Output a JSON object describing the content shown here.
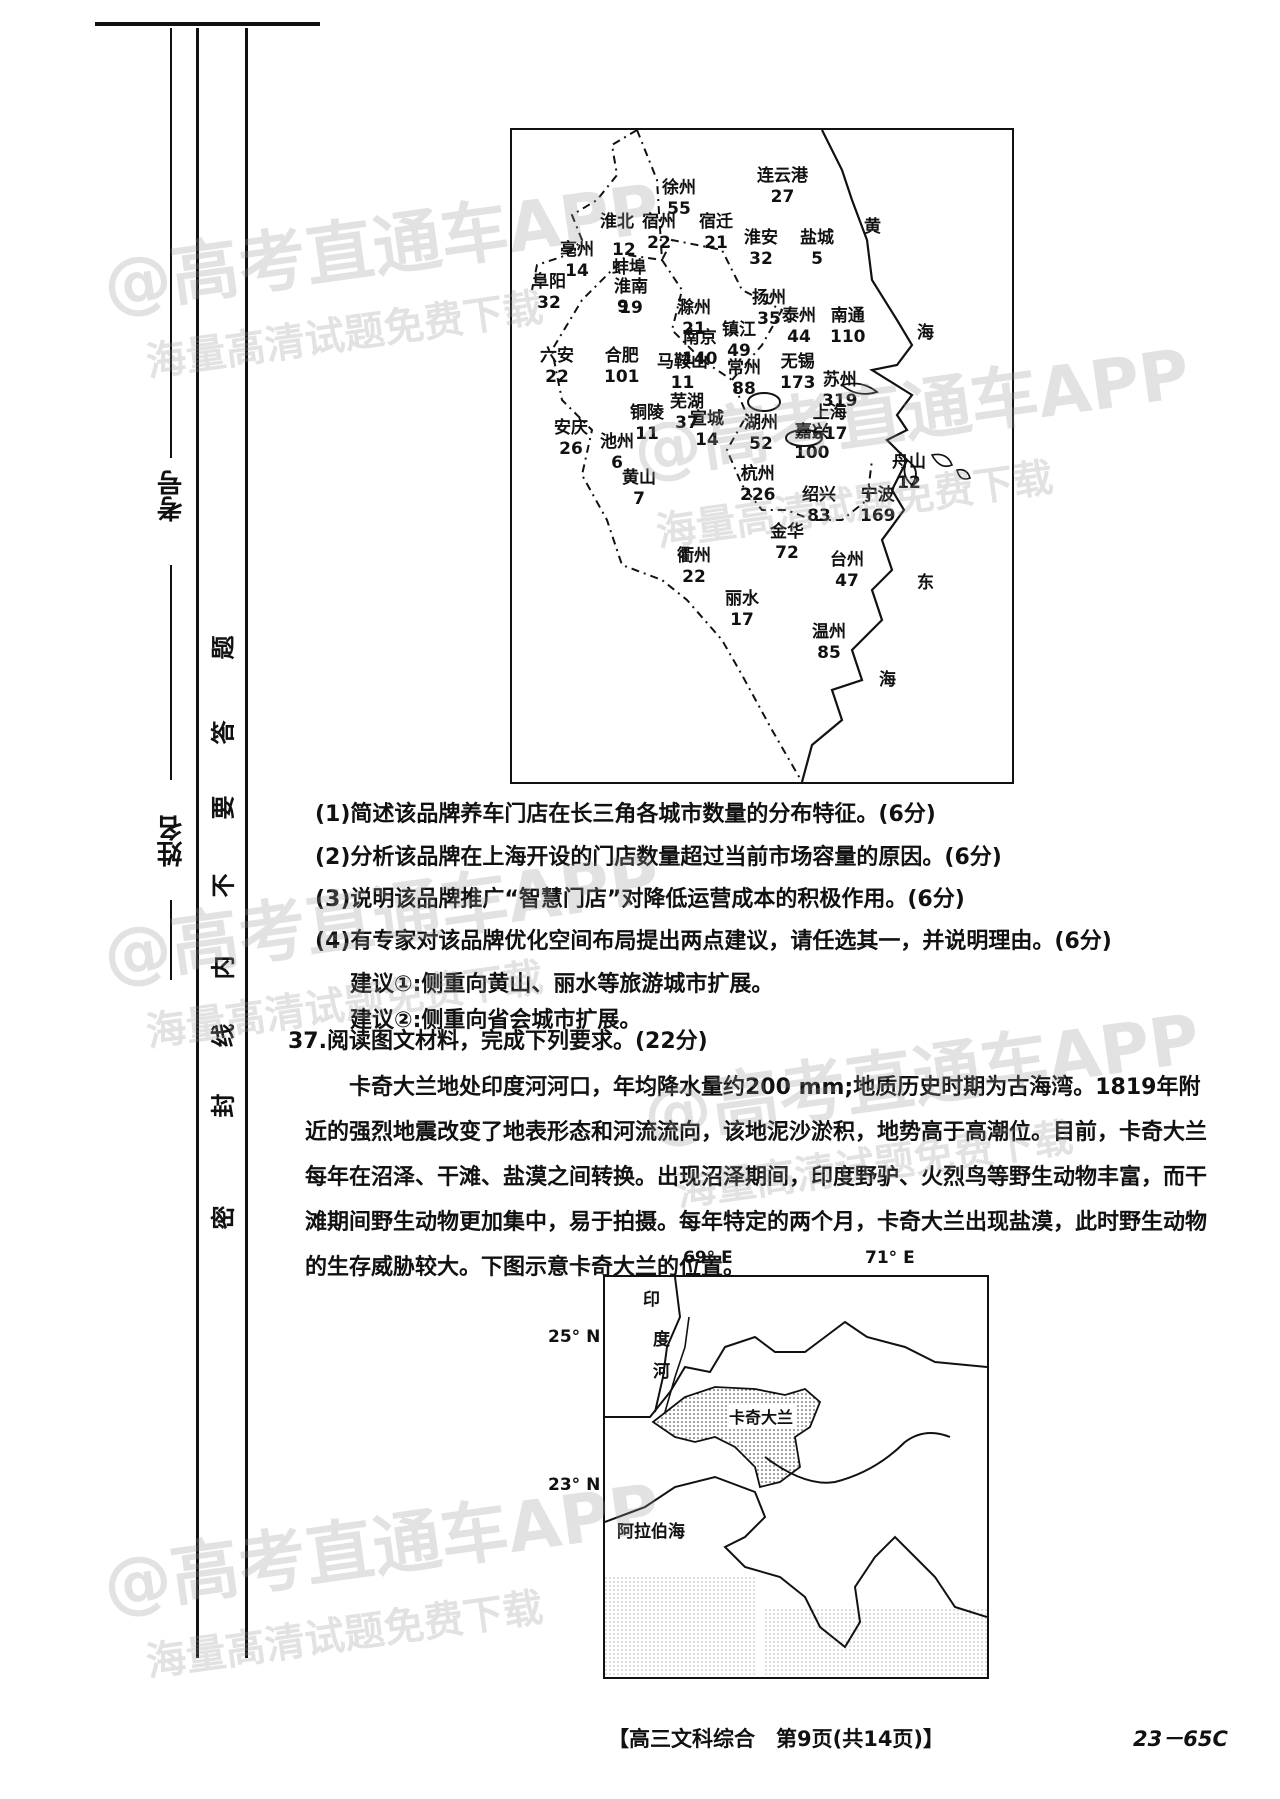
{
  "binding": {
    "exam_no_label": "考号",
    "name_label": "姓名",
    "seal_text": [
      "密",
      "封",
      "线",
      "内",
      "不",
      "要",
      "答",
      "题"
    ]
  },
  "map1": {
    "cities": [
      {
        "name": "连云港",
        "value": "27"
      },
      {
        "name": "徐州",
        "value": "55"
      },
      {
        "name": "淮北",
        "value": ""
      },
      {
        "name": "宿州",
        "value": "22"
      },
      {
        "name": "宿迁",
        "value": "21"
      },
      {
        "name": "淮安",
        "value": "32"
      },
      {
        "name": "盐城",
        "value": "5"
      },
      {
        "name": "亳州",
        "value": "14"
      },
      {
        "name": "",
        "value": "12"
      },
      {
        "name": "蚌埠",
        "value": ""
      },
      {
        "name": "阜阳",
        "value": "32"
      },
      {
        "name": "淮南",
        "value": "19"
      },
      {
        "name": "",
        "value": "9"
      },
      {
        "name": "扬州",
        "value": "35"
      },
      {
        "name": "滁州",
        "value": "21"
      },
      {
        "name": "泰州",
        "value": "44"
      },
      {
        "name": "南通",
        "value": "110"
      },
      {
        "name": "镇江",
        "value": "49"
      },
      {
        "name": "南京",
        "value": "140"
      },
      {
        "name": "六安",
        "value": "22"
      },
      {
        "name": "合肥",
        "value": "101"
      },
      {
        "name": "马鞍山",
        "value": "11"
      },
      {
        "name": "常州",
        "value": "88"
      },
      {
        "name": "无锡",
        "value": "173"
      },
      {
        "name": "苏州",
        "value": "319"
      },
      {
        "name": "芜湖",
        "value": "37"
      },
      {
        "name": "铜陵",
        "value": "11"
      },
      {
        "name": "宣城",
        "value": "14"
      },
      {
        "name": "湖州",
        "value": "52"
      },
      {
        "name": "上海",
        "value": "617"
      },
      {
        "name": "嘉兴",
        "value": "100"
      },
      {
        "name": "安庆",
        "value": "26"
      },
      {
        "name": "池州",
        "value": "6"
      },
      {
        "name": "舟山",
        "value": "12"
      },
      {
        "name": "黄山",
        "value": "7"
      },
      {
        "name": "杭州",
        "value": "226"
      },
      {
        "name": "绍兴",
        "value": "83"
      },
      {
        "name": "宁波",
        "value": "169"
      },
      {
        "name": "金华",
        "value": "72"
      },
      {
        "name": "衢州",
        "value": "22"
      },
      {
        "name": "台州",
        "value": "47"
      },
      {
        "name": "丽水",
        "value": "17"
      },
      {
        "name": "温州",
        "value": "85"
      }
    ],
    "sea_labels": [
      "黄",
      "海",
      "东",
      "海"
    ]
  },
  "questions": [
    "(1)简述该品牌养车门店在长三角各城市数量的分布特征。(6分)",
    "(2)分析该品牌在上海开设的门店数量超过当前市场容量的原因。(6分)",
    "(3)说明该品牌推广“智慧门店”对降低运营成本的积极作用。(6分)",
    "(4)有专家对该品牌优化空间布局提出两点建议，请任选其一，并说明理由。(6分)",
    "建议①:侧重向黄山、丽水等旅游城市扩展。",
    "建议②:侧重向省会城市扩展。"
  ],
  "q37": {
    "title": "37.阅读图文材料，完成下列要求。(22分)",
    "body": "卡奇大兰地处印度河河口，年均降水量约200 mm;地质历史时期为古海湾。1819年附近的强烈地震改变了地表形态和河流流向，该地泥沙淤积，地势高于高潮位。目前，卡奇大兰每年在沼泽、干滩、盐漠之间转换。出现沼泽期间，印度野驴、火烈鸟等野生动物丰富，而干滩期间野生动物更加集中，易于拍摄。每年特定的两个月，卡奇大兰出现盐漠，此时野生动物的生存威胁较大。下图示意卡奇大兰的位置。"
  },
  "map2": {
    "lon_left": "69° E",
    "lon_right": "71° E",
    "lat_top": "25° N",
    "lat_bottom": "23° N",
    "river_label": [
      "印",
      "度",
      "河"
    ],
    "region_label": "卡奇大兰",
    "sea_label": "阿拉伯海"
  },
  "footer": {
    "page_info": "【高三文科综合　第9页(共14页)】",
    "code": "23－65C"
  },
  "watermark": {
    "line1": "@高考直通车APP",
    "line2": "海量高清试题免费下载"
  }
}
